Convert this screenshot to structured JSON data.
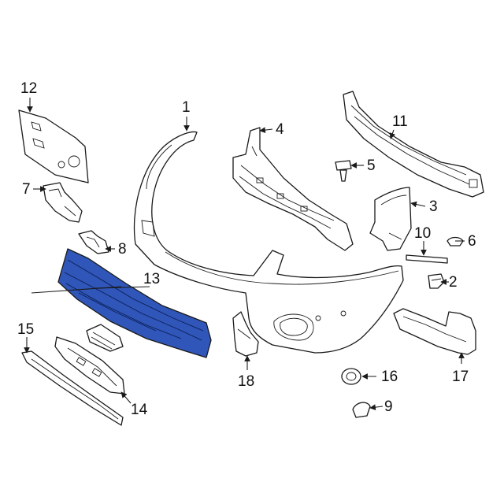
{
  "highlight_color": "#2f56b8",
  "line_color": "#1a1a1a",
  "callouts": {
    "c1": "1",
    "c2": "2",
    "c3": "3",
    "c4": "4",
    "c5": "5",
    "c6": "6",
    "c7": "7",
    "c8": "8",
    "c9": "9",
    "c10": "10",
    "c11": "11",
    "c12": "12",
    "c13": "13",
    "c14": "14",
    "c15": "15",
    "c16": "16",
    "c17": "17",
    "c18": "18"
  }
}
